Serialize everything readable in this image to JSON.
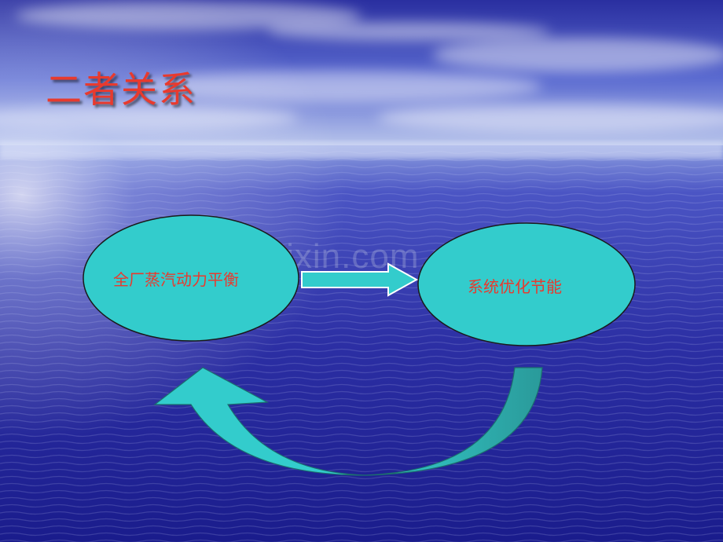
{
  "slide": {
    "title": "二者关系",
    "watermark": "www.zixin.com.cn",
    "colors": {
      "title": "#e83a2e",
      "node_fill": "#33cccc",
      "node_text": "#e83a2e",
      "arrow_fill": "#33cccc",
      "arrow_shadow": "#2a9a9a"
    }
  },
  "diagram": {
    "nodes": [
      {
        "id": "left",
        "label": "全厂蒸汽动力平衡"
      },
      {
        "id": "right",
        "label": "系统优化节能"
      }
    ],
    "edges": [
      {
        "from": "left",
        "to": "right",
        "style": "straight-arrow"
      },
      {
        "from": "right",
        "to": "left",
        "style": "curved-arrow"
      }
    ]
  }
}
